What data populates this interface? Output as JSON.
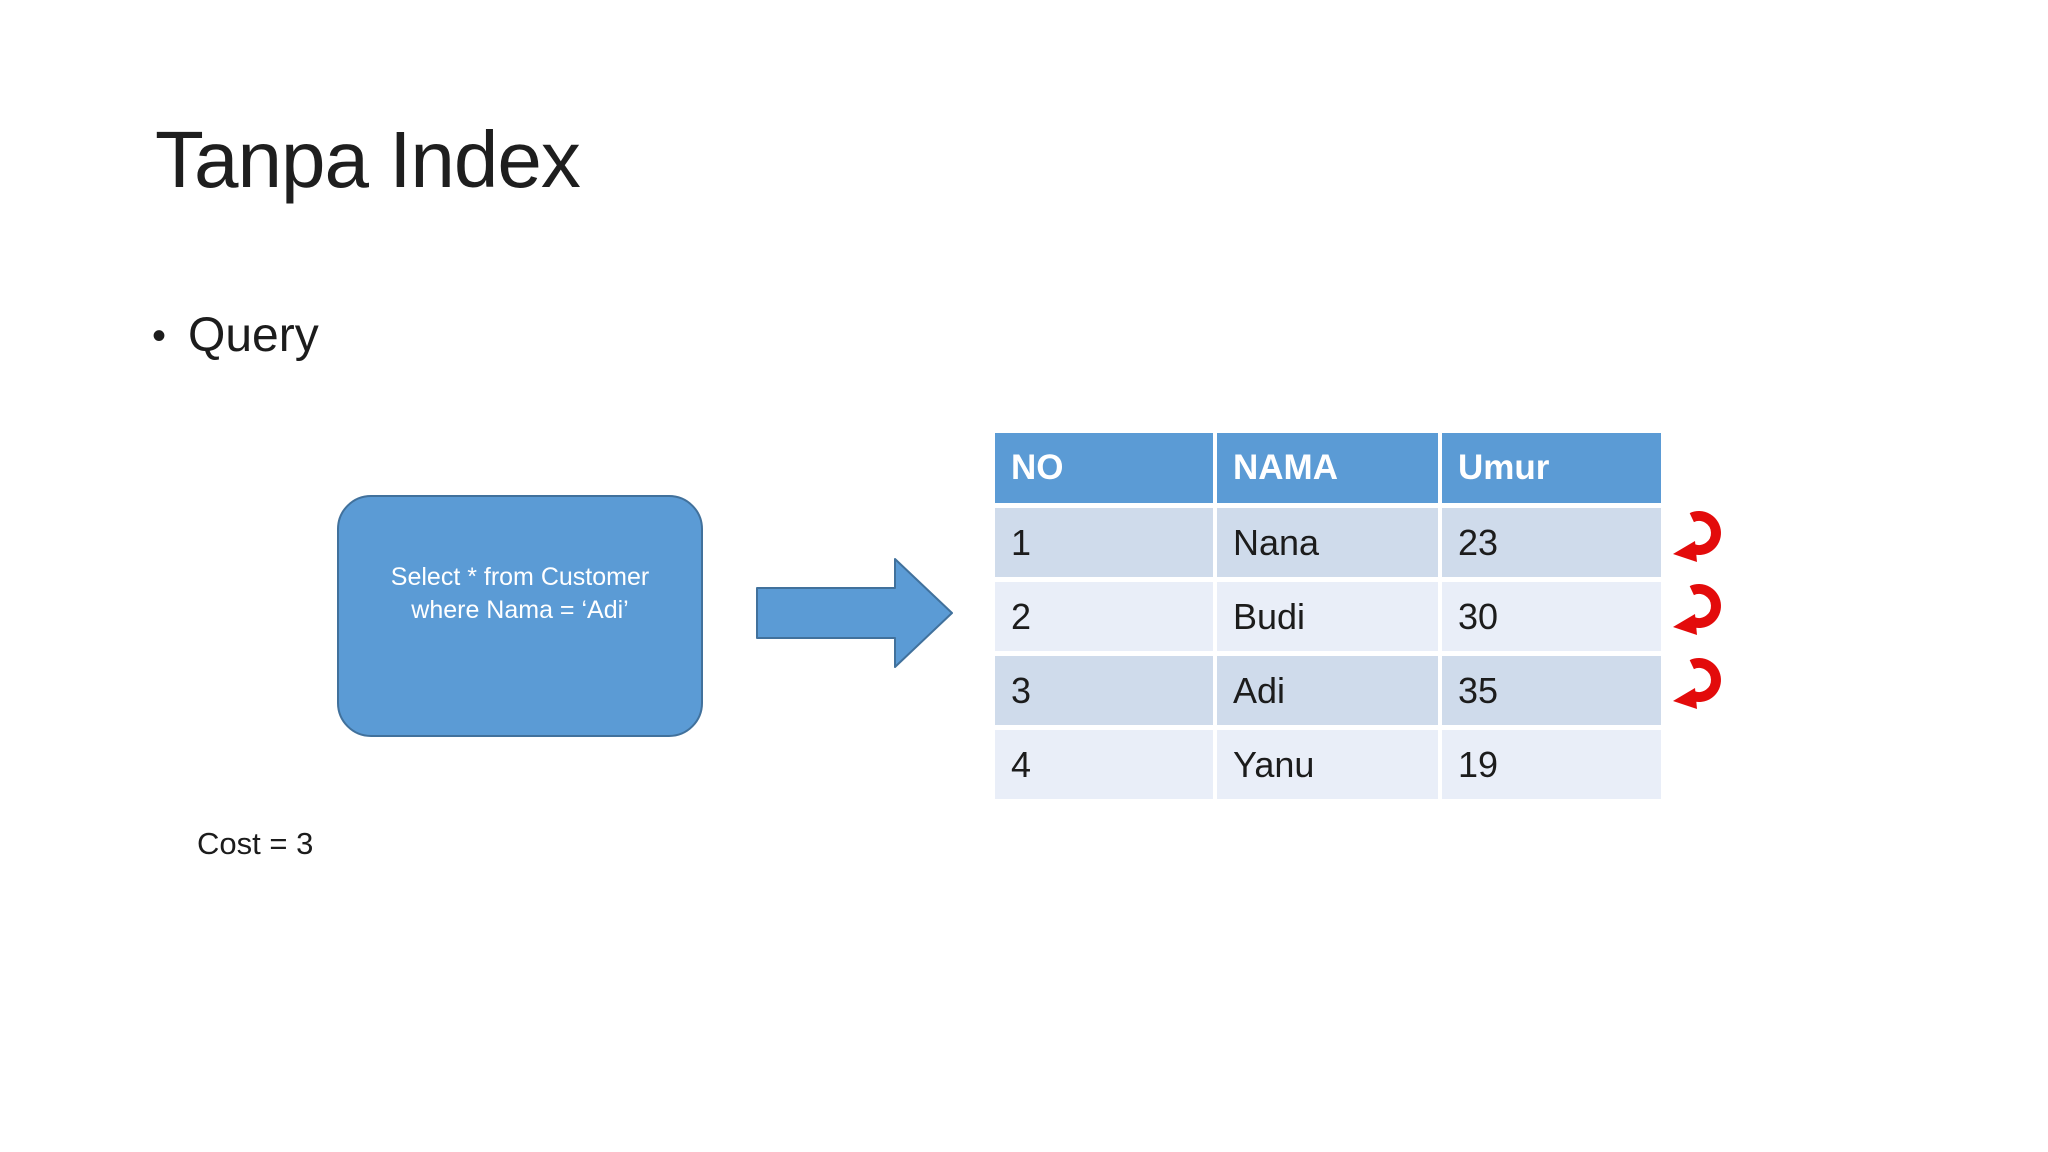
{
  "slide": {
    "title": "Tanpa Index",
    "bullet": {
      "marker": "•",
      "label": "Query"
    },
    "query_box": {
      "line1": "Select * from Customer",
      "line2": "where Nama = ‘Adi’"
    },
    "table": {
      "headers": [
        "NO",
        "NAMA",
        "Umur"
      ],
      "rows": [
        {
          "no": "1",
          "nama": "Nana",
          "umur": "23",
          "has_red_arrow": true
        },
        {
          "no": "2",
          "nama": "Budi",
          "umur": "30",
          "has_red_arrow": true
        },
        {
          "no": "3",
          "nama": "Adi",
          "umur": "35",
          "has_red_arrow": true
        },
        {
          "no": "4",
          "nama": "Yanu",
          "umur": "19",
          "has_red_arrow": false
        }
      ]
    },
    "cost_label": "Cost = 3",
    "icons": {
      "flow_arrow": "right-block-arrow-icon",
      "row_marker": "red-loop-arrow-icon"
    },
    "colors": {
      "accent_blue": "#5B9BD5",
      "accent_blue_border": "#41719C",
      "row_band_dark": "#CFDBEB",
      "row_band_light": "#E9EEF8",
      "marker_red": "#E30B0B",
      "text_dark": "#1C1C1C",
      "header_text": "#FFFFFF"
    }
  }
}
